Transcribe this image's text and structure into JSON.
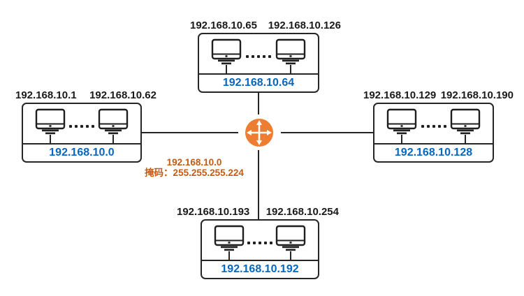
{
  "diagram": {
    "title": "subnetting-topology",
    "caption": {
      "network": "192.168.10.0",
      "mask_line": "掩码：255.255.255.224"
    },
    "subnets": [
      {
        "position": "top",
        "first_host": "192.168.10.65",
        "last_host": "192.168.10.126",
        "network": "192.168.10.64"
      },
      {
        "position": "left",
        "first_host": "192.168.10.1",
        "last_host": "192.168.10.62",
        "network": "192.168.10.0"
      },
      {
        "position": "right",
        "first_host": "192.168.10.129",
        "last_host": "192.168.10.190",
        "network": "192.168.10.128"
      },
      {
        "position": "bottom",
        "first_host": "192.168.10.193",
        "last_host": "192.168.10.254",
        "network": "192.168.10.192"
      }
    ],
    "colors": {
      "router_orange": "#ED7D31",
      "caption_orange": "#C55A11",
      "subnet_blue": "#0767BE",
      "line_dark": "#262626"
    }
  }
}
